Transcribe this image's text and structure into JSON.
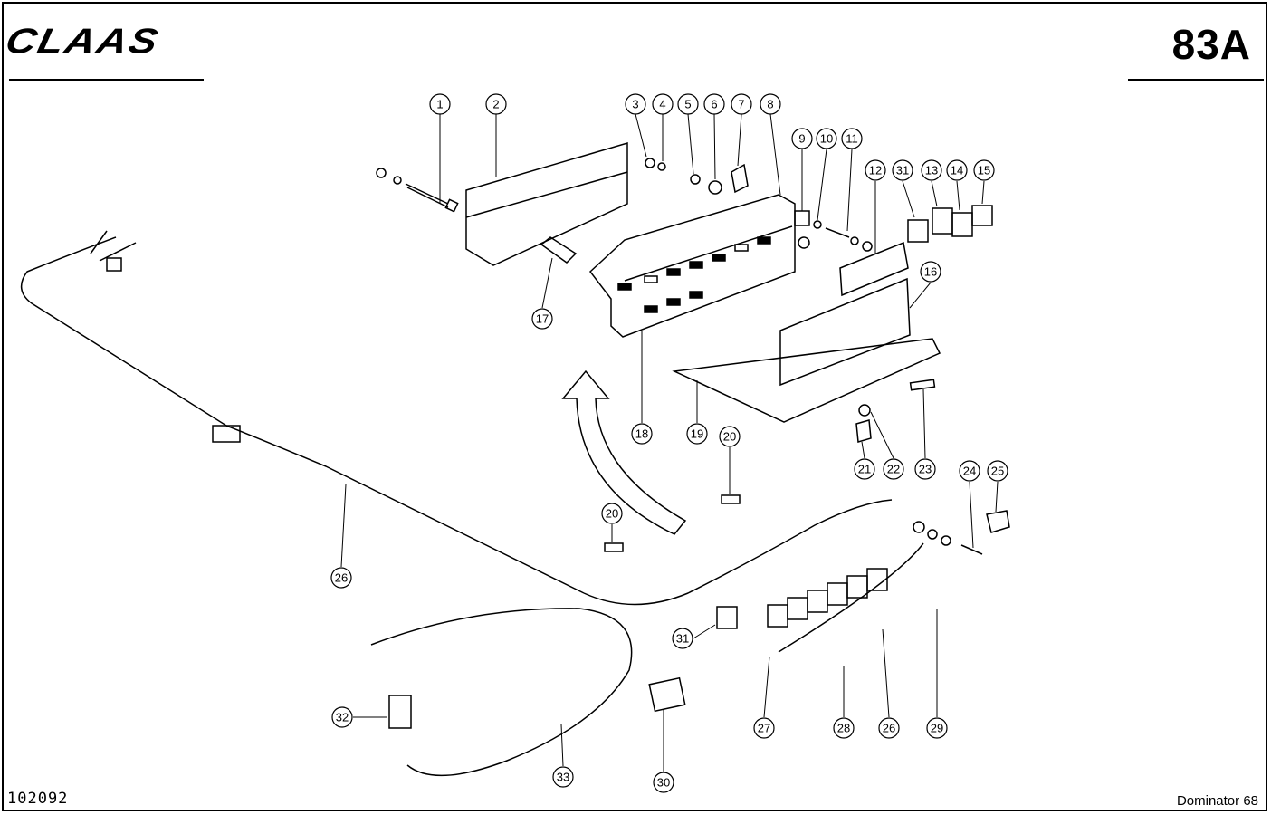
{
  "header": {
    "brand": "CLAAS",
    "page_number": "83A"
  },
  "footer": {
    "drawing_number": "102092",
    "model": "Dominator 68"
  },
  "callouts": [
    "1",
    "2",
    "3",
    "4",
    "5",
    "6",
    "7",
    "8",
    "9",
    "10",
    "11",
    "12",
    "31",
    "13",
    "14",
    "15",
    "16",
    "17",
    "18",
    "19",
    "20",
    "21",
    "22",
    "23",
    "24",
    "25",
    "20",
    "26",
    "31",
    "27",
    "28",
    "26",
    "29",
    "30",
    "32",
    "33"
  ]
}
